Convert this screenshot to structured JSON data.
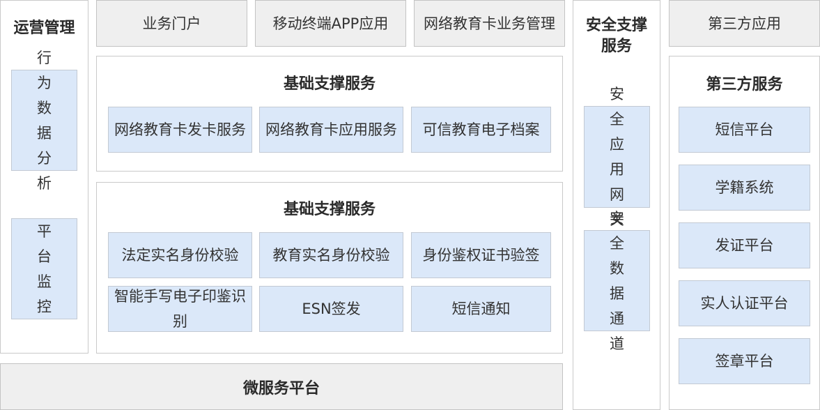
{
  "ops": {
    "title": "运营管理",
    "items": [
      "行为数据分析",
      "平台监控"
    ]
  },
  "top_bar": [
    "业务门户",
    "移动终端APP应用",
    "网络教育卡业务管理"
  ],
  "basic_services_1": {
    "title": "基础支撑服务",
    "items": [
      "网络教育卡发卡服务",
      "网络教育卡应用服务",
      "可信教育电子档案"
    ]
  },
  "basic_services_2": {
    "title": "基础支撑服务",
    "items": [
      "法定实名身份校验",
      "教育实名身份校验",
      "身份鉴权证书验签",
      "智能手写电子印鉴识别",
      "ESN签发",
      "短信通知"
    ]
  },
  "microservice": {
    "title": "微服务平台"
  },
  "security": {
    "title": "安全支撑服务",
    "items": [
      "安全应用网关",
      "安全数据通道"
    ]
  },
  "third_party_app": "第三方应用",
  "third_party_services": {
    "title": "第三方服务",
    "items": [
      "短信平台",
      "学籍系统",
      "发证平台",
      "实人认证平台",
      "签章平台"
    ]
  }
}
